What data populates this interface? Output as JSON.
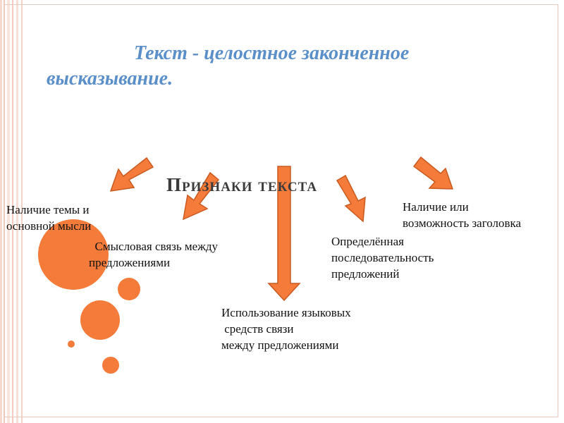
{
  "title": {
    "line1": "Текст - целостное законченное",
    "line2": "высказывание."
  },
  "heading": "Признаки текста",
  "features": [
    {
      "text": "Наличие темы и\nосновной мысли"
    },
    {
      "text": "  Смысловая связь между\nпредложениями"
    },
    {
      "text": "Использование языковых\n средств связи\nмежду предложениями"
    },
    {
      "text": "Определённая\nпоследовательность\nпредложений"
    },
    {
      "text": "Наличие или\nвозможность заголовка"
    }
  ],
  "colors": {
    "title": "#5b8fc9",
    "arrow_fill": "#f47b3a",
    "arrow_stroke": "#c95a20",
    "circle": "#f47b3a",
    "frame": "#e9c9bf"
  }
}
